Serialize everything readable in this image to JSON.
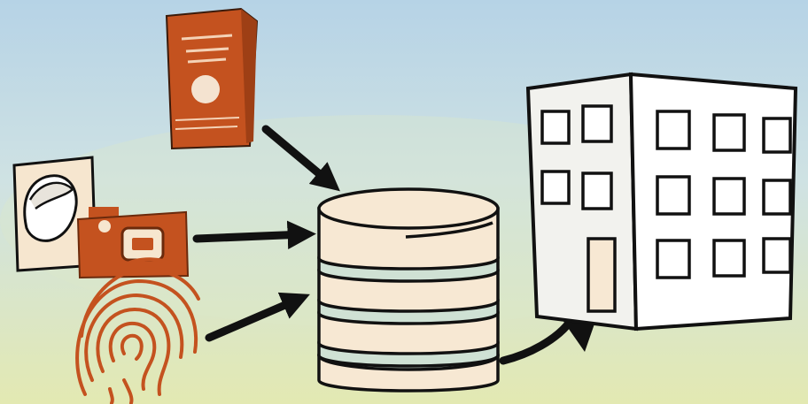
{
  "diagram": {
    "description_labels": [],
    "nodes": [
      {
        "id": "passport",
        "icon": "passport-icon"
      },
      {
        "id": "photo",
        "icon": "portrait-photo-icon"
      },
      {
        "id": "camera",
        "icon": "camera-icon"
      },
      {
        "id": "fingerprint",
        "icon": "fingerprint-icon"
      },
      {
        "id": "database",
        "icon": "database-icon"
      },
      {
        "id": "building",
        "icon": "office-building-icon"
      }
    ],
    "edges": [
      {
        "from": "passport",
        "to": "database"
      },
      {
        "from": "camera",
        "to": "database"
      },
      {
        "from": "fingerprint",
        "to": "database"
      },
      {
        "from": "database",
        "to": "building"
      }
    ]
  },
  "colors": {
    "sky_top": "#b9d6e6",
    "ground": "#dfe7b4",
    "rust": "#c4521f",
    "cream": "#f7e8d3",
    "teal": "#cfe1d4",
    "ink": "#111111"
  }
}
